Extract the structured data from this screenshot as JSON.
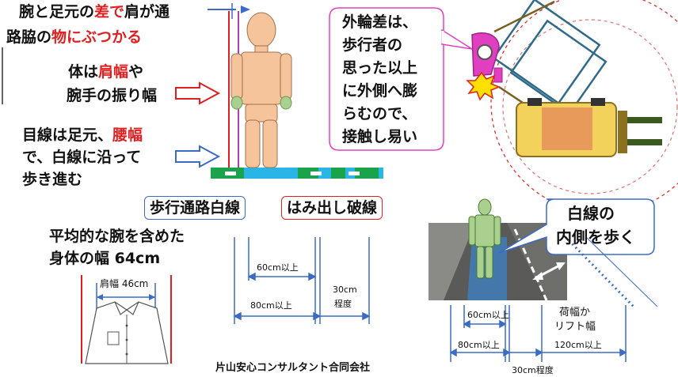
{
  "left_text": {
    "line1_a": "腕と足元の",
    "line1_b": "差で",
    "line1_c": "肩が通",
    "line2_a": "路脇の",
    "line2_b": "物にぶつかる",
    "body_a": "体は",
    "body_b": "肩幅",
    "body_c": "や",
    "body_d": "腕手の振り幅",
    "eye_a": "目線は足元、",
    "eye_b": "腰幅",
    "eye_c": "で、白線に沿って",
    "eye_d": "歩き進む"
  },
  "labels": {
    "walkway_line": "歩行通路白線",
    "overflow_line": "はみ出し破線"
  },
  "bubble": {
    "text": "外輪差は、歩行者の思った以上に外側へ膨らむので、接触し易い",
    "lines": [
      "外輪差は、",
      "歩行者の",
      "思った以上",
      "に外側へ膨",
      "らむので、",
      "接触し易い"
    ]
  },
  "body_width": {
    "line1": "平均的な腕を含めた",
    "line2": "身体の幅 64cm",
    "shoulder": "肩幅 46cm"
  },
  "measures_mid": {
    "m60": "60cm以上",
    "m80": "80cm以上",
    "m30a": "30cm",
    "m30b": "程度"
  },
  "photo_callout": {
    "line1": "白線の",
    "line2": "内側を歩く"
  },
  "measures_right": {
    "m60": "60cm以上",
    "m80": "80cm以上",
    "m30": "30cm程度",
    "load_a": "荷幅か",
    "load_b": "リフト幅",
    "m120": "120cm以上"
  },
  "company": "片山安心コンサルタント合同会社",
  "colors": {
    "accent_red": "#e02020",
    "blue_line": "#3b6bc4",
    "figure_skin": "#f5c49a",
    "bubble_pink": "#e040c0",
    "forklift_yellow": "#f2d25a",
    "green_stripe": "#1aa34a",
    "cyan_floor": "#29b6e6"
  }
}
